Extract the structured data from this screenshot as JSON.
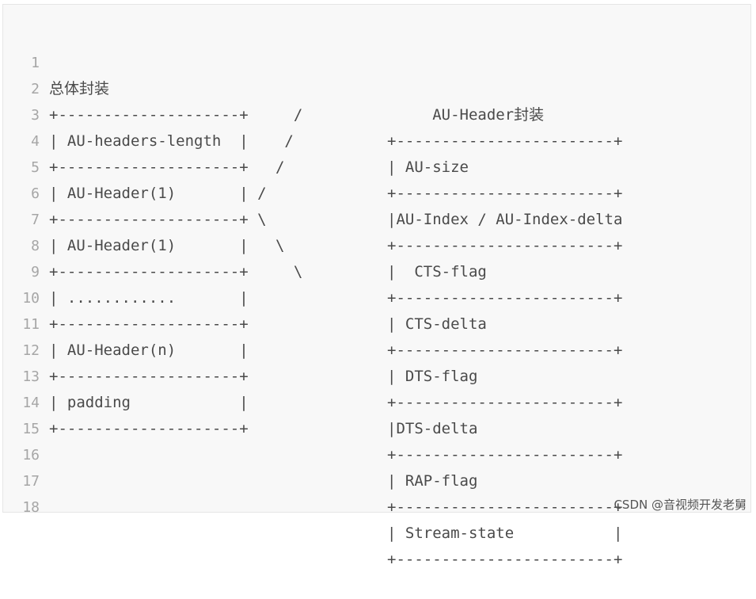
{
  "lines": [
    {
      "n": "1",
      "left": "总体封装",
      "right": "     AU-Header封装"
    },
    {
      "n": "2",
      "left": "+--------------------+     /",
      "right": "+------------------------+"
    },
    {
      "n": "3",
      "left": "| AU-headers-length  |    /",
      "right": "| AU-size"
    },
    {
      "n": "4",
      "left": "+--------------------+   /",
      "right": "+------------------------+"
    },
    {
      "n": "5",
      "left": "| AU-Header(1)       | /",
      "right": "|AU-Index / AU-Index-delta"
    },
    {
      "n": "6",
      "left": "+--------------------+ \\",
      "right": "+------------------------+"
    },
    {
      "n": "7",
      "left": "| AU-Header(1)       |   \\",
      "right": "|  CTS-flag"
    },
    {
      "n": "8",
      "left": "+--------------------+     \\",
      "right": "+------------------------+"
    },
    {
      "n": "9",
      "left": "| ............       |",
      "right": "| CTS-delta"
    },
    {
      "n": "10",
      "left": "+--------------------+",
      "right": "+------------------------+"
    },
    {
      "n": "11",
      "left": "| AU-Header(n)       |",
      "right": "| DTS-flag"
    },
    {
      "n": "12",
      "left": "+--------------------+",
      "right": "+------------------------+"
    },
    {
      "n": "13",
      "left": "| padding            |",
      "right": "|DTS-delta"
    },
    {
      "n": "14",
      "left": "+--------------------+",
      "right": "+------------------------+"
    },
    {
      "n": "15",
      "left": "",
      "right": "| RAP-flag"
    },
    {
      "n": "16",
      "left": "",
      "right": "+------------------------+"
    },
    {
      "n": "17",
      "left": "",
      "right": "| Stream-state           |"
    },
    {
      "n": "18",
      "left": "",
      "right": "+------------------------+"
    }
  ],
  "watermark": "CSDN @音视频开发老舅"
}
